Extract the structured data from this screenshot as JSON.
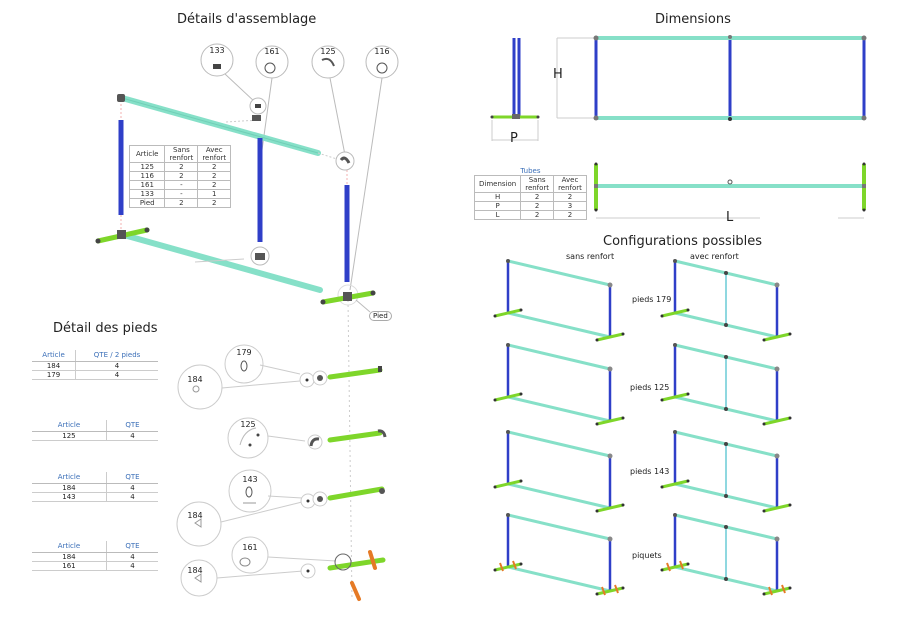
{
  "colors": {
    "upright_blue": "#2f3fc8",
    "rail_aqua": "#86e0c8",
    "foot_green": "#7ed62a",
    "stake_orange": "#e57a26",
    "fitting_grey": "#555555",
    "table_header_blue": "#3b6fb8"
  },
  "assembly": {
    "title": "Détails d'assemblage",
    "callouts": [
      "133",
      "161",
      "125",
      "116"
    ],
    "pied_tag": "Pied",
    "table": {
      "headers": [
        "Article",
        "Sans renfort",
        "Avec renfort"
      ],
      "header_lines": [
        [
          "Article"
        ],
        [
          "Sans",
          "renfort"
        ],
        [
          "Avec",
          "renfort"
        ]
      ],
      "rows": [
        [
          "125",
          "2",
          "2"
        ],
        [
          "116",
          "2",
          "2"
        ],
        [
          "161",
          "-",
          "2"
        ],
        [
          "133",
          "-",
          "1"
        ],
        [
          "Pied",
          "2",
          "2"
        ]
      ]
    }
  },
  "feet": {
    "title": "Détail des pieds",
    "tables": [
      {
        "headers": [
          "Article",
          "QTE / 2 pieds"
        ],
        "rows": [
          [
            "184",
            "4"
          ],
          [
            "179",
            "4"
          ]
        ]
      },
      {
        "headers": [
          "Article",
          "QTE"
        ],
        "rows": [
          [
            "125",
            "4"
          ]
        ]
      },
      {
        "headers": [
          "Article",
          "QTE"
        ],
        "rows": [
          [
            "184",
            "4"
          ],
          [
            "143",
            "4"
          ]
        ]
      },
      {
        "headers": [
          "Article",
          "QTE"
        ],
        "rows": [
          [
            "184",
            "4"
          ],
          [
            "161",
            "4"
          ]
        ]
      }
    ],
    "callouts": {
      "row1": [
        "179",
        "184"
      ],
      "row2": [
        "125"
      ],
      "row3": [
        "143",
        "184"
      ],
      "row4": [
        "161",
        "184"
      ]
    }
  },
  "dimensions": {
    "title": "Dimensions",
    "labels": {
      "height": "H",
      "depth": "P",
      "length": "L"
    },
    "table": {
      "caption": "Tubes",
      "headers": [
        "Dimension",
        "Sans renfort",
        "Avec renfort"
      ],
      "header_lines": [
        [
          "Dimension"
        ],
        [
          "Sans",
          "renfort"
        ],
        [
          "Avec",
          "renfort"
        ]
      ],
      "rows": [
        [
          "H",
          "2",
          "2"
        ],
        [
          "P",
          "2",
          "3"
        ],
        [
          "L",
          "2",
          "2"
        ]
      ]
    }
  },
  "configurations": {
    "title": "Configurations possibles",
    "columns": [
      "sans renfort",
      "avec renfort"
    ],
    "rows": [
      "pieds 179",
      "pieds 125",
      "pieds 143",
      "piquets"
    ]
  }
}
